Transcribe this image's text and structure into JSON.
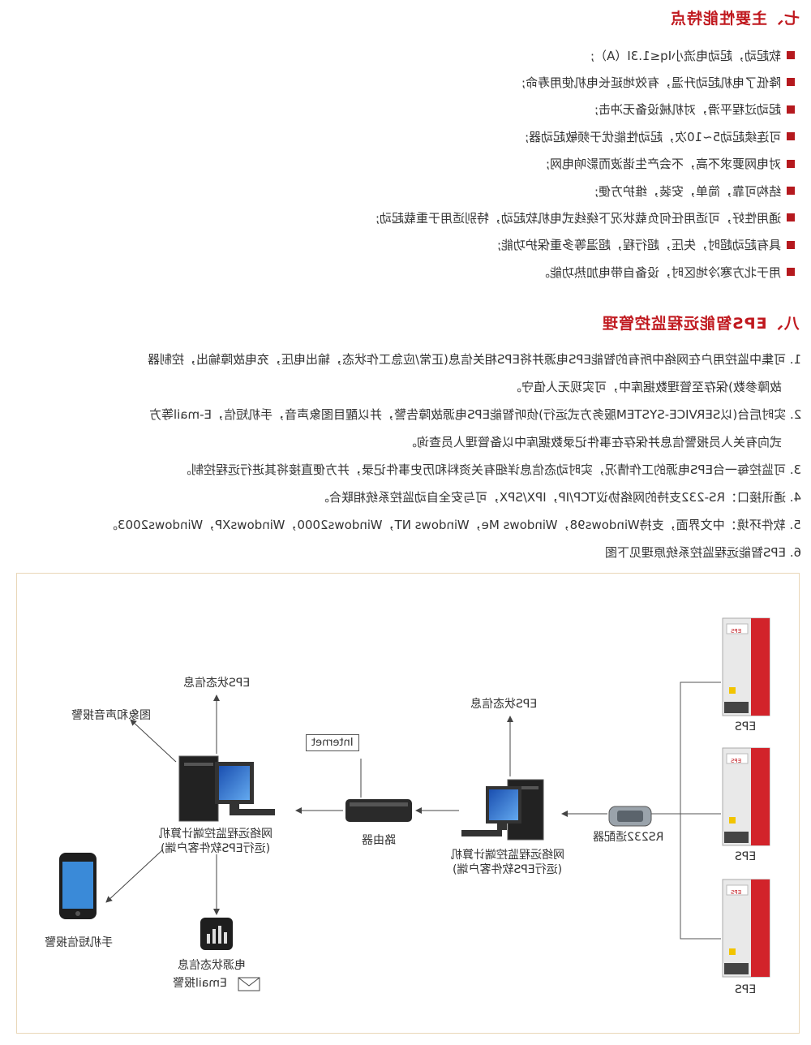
{
  "section7": {
    "title": "七、主要性能特点",
    "items": [
      "软起动，起动电流小Iq≤1.3I（A）;",
      "降低了电机起动升温，有效地延长电机使用寿命;",
      "起动过程平滑，对机械设备无冲击;",
      "可连续起动5~10次，起动性能优于频敏起动器;",
      "对电网要求不高，不会产生谐波而影响电网;",
      "结构可靠，简单，安装，维护方便;",
      "通用性好，可适用任何负载状况下绕线式电机软起动，特别适用于重载起动;",
      "具有起动超时，失压，超行程，超温等多重保护功能;",
      "用于北方寒冷地区时，设备自带电加热功能。"
    ]
  },
  "section8": {
    "title": "八、EPS智能远程监控管理",
    "items": [
      {
        "lines": [
          "1. 可集中监控用户在网络中所有的智能EPS电源并将EPS相关信息(正常/应急工作状态，输出电压，充电故障输出，控制器",
          "故障参数)保存至管理数据库中，可实现无人值守。"
        ]
      },
      {
        "lines": [
          "2. 实时后台(以SERVICE-SYSTEM服务方式运行)侦听智能EPS电源故障告警，并以醒目图象声音，手机短信，E-mail等方",
          "式向有关人员报警信息并保存在事件记录数据库中以备管理人员查询。"
        ]
      },
      {
        "lines": [
          "3. 可监控每一台EPS电源的工作情况，实时动态信息详细有关资料和历史事件记录，并方便直接将其进行远程控制。"
        ]
      },
      {
        "lines": [
          "4. 通讯接口：RS-232支持的网络协议TCP/IP，IPX/SPX，可与安全自动监控系统相联合。"
        ]
      },
      {
        "lines": [
          "5. 软件环境：中文界面，支持Windows98，Windows Me，Windows NT，Windows2000，WindowsXP，Windows2003。"
        ]
      },
      {
        "lines": [
          "6. EPS智能远程监控系统原理见下图"
        ]
      }
    ]
  },
  "diagram": {
    "eps_label": "EPS",
    "cabinet_badge": "EPS",
    "rs232_label": "RS232适配器",
    "client_right_label": [
      "网络远程监控端计算机",
      "(运行EPS软件客户端)"
    ],
    "client_right_status": "EPS状态信息",
    "router_label": "路由器",
    "internet_label": "Internet",
    "client_left_label": [
      "网络远程监控端计算机",
      "(运行EPS软件客户端)"
    ],
    "client_left_status": "EPS状态信息",
    "image_alarm_label": "图象和声音报警",
    "sms_label": "手机短信报警",
    "power_status_label": "电源状态信息",
    "email_label": "Email报警",
    "colors": {
      "accent": "#c0191f",
      "cabinet_red": "#d2232a",
      "border": "#e9d7b8"
    }
  }
}
